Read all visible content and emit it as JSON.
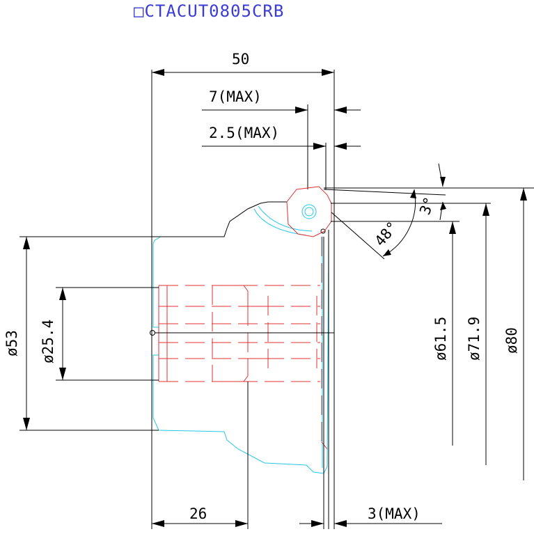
{
  "title": "□CTACUT0805CRB",
  "colors": {
    "outline": "#000000",
    "holder": "#22c8e6",
    "hidden": "#e03030",
    "title": "#3b3bd6"
  },
  "dimensions": {
    "overall_length": "50",
    "edge_max_7": "7(MAX)",
    "edge_max_2_5": "2.5(MAX)",
    "bottom_26": "26",
    "bottom_3_max": "3(MAX)",
    "dia_53": "ø53",
    "dia_25_4": "ø25.4",
    "dia_61_5": "ø61.5",
    "dia_71_9": "ø71.9",
    "dia_80": "ø80",
    "angle_3": "3°",
    "angle_48": "48°"
  }
}
